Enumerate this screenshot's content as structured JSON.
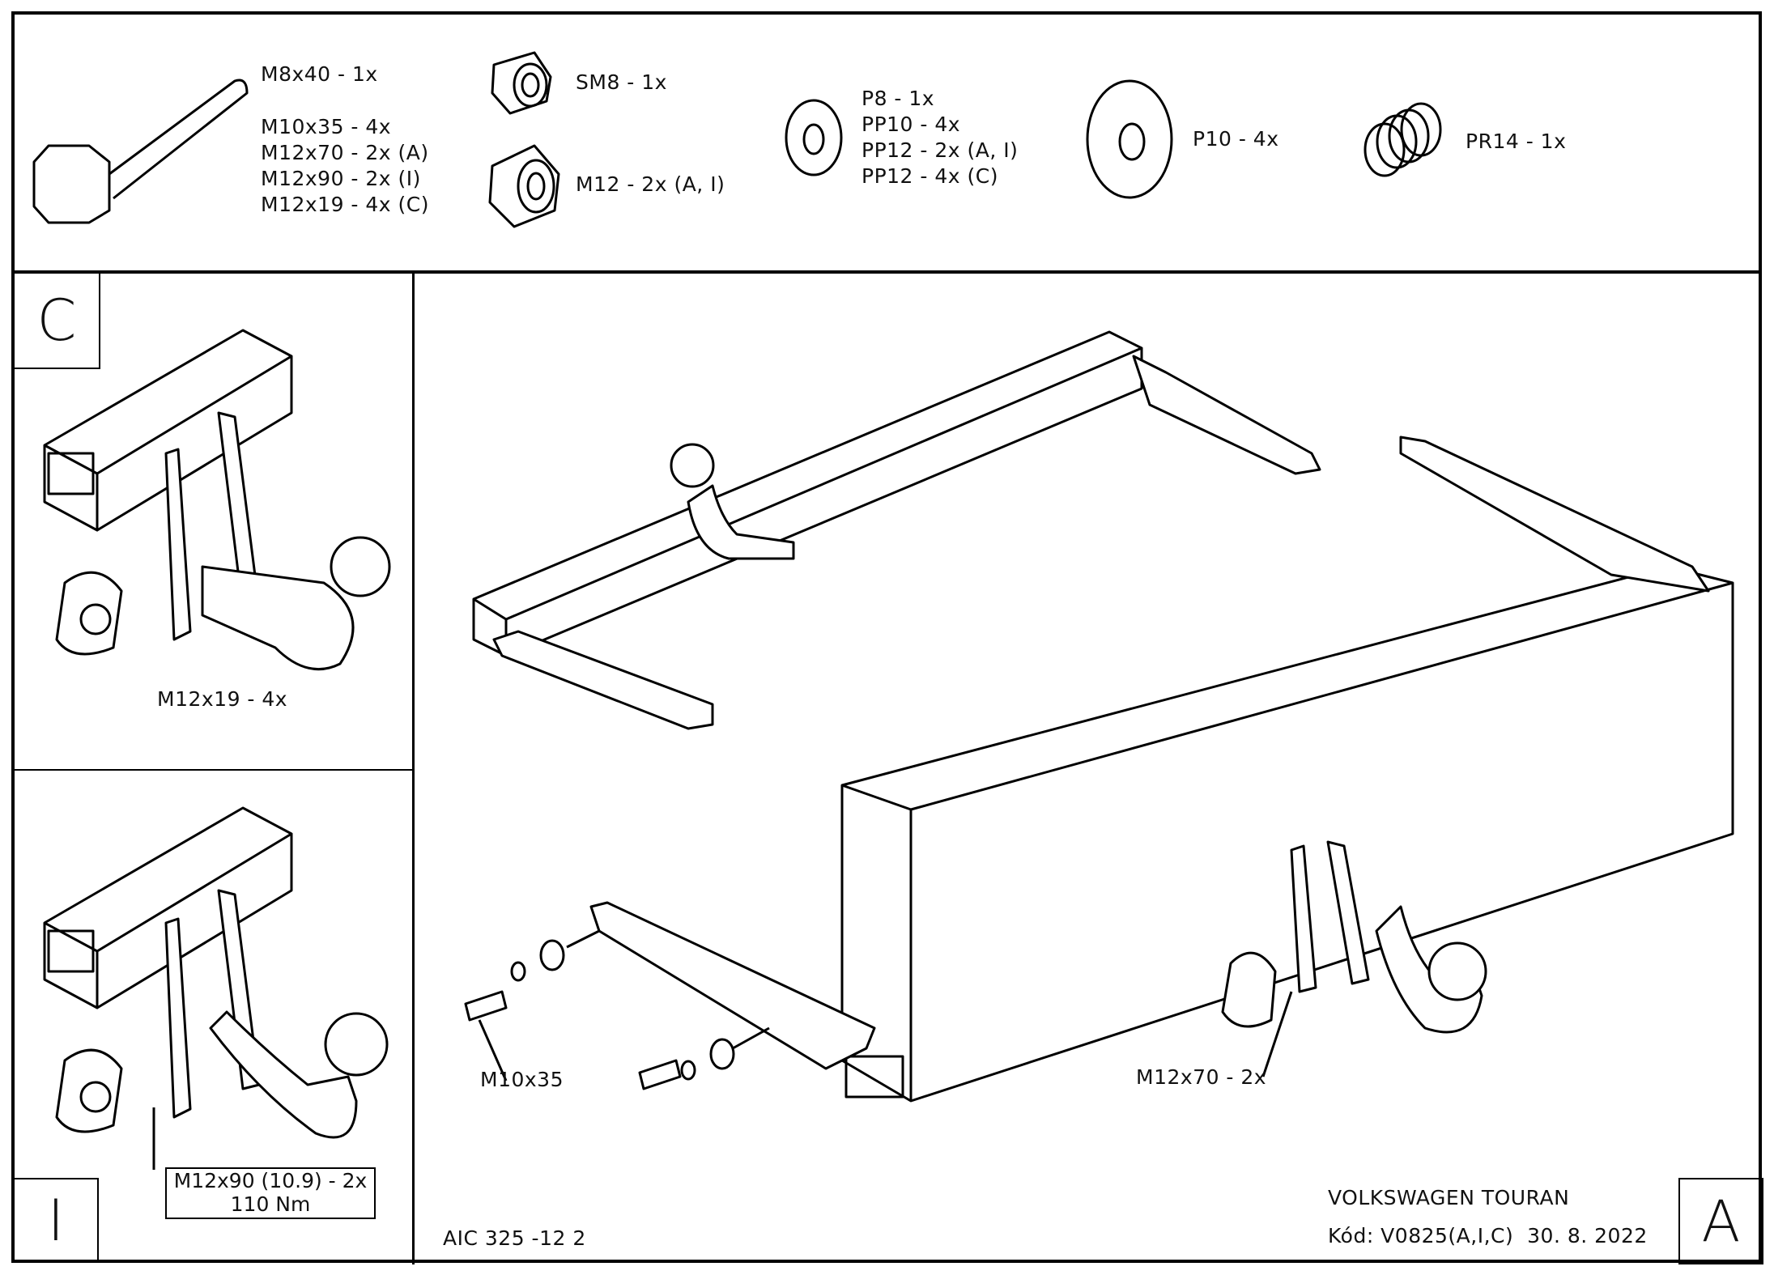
{
  "parts": {
    "bolts": [
      "M8x40 - 1x",
      "M10x35 - 4x",
      "M12x70 - 2x (A)",
      "M12x90 - 2x (I)",
      "M12x19 - 4x (C)"
    ],
    "lock_nut": "SM8 - 1x",
    "nut": "M12 - 2x (A, I)",
    "washers": [
      "P8 - 1x",
      "PP10 - 4x",
      "PP12 - 2x (A, I)",
      "PP12 - 4x (C)"
    ],
    "large_washer": "P10 - 4x",
    "spring": "PR14 - 1x"
  },
  "variant_c": {
    "letter": "C",
    "callout": "M12x19 - 4x"
  },
  "variant_i": {
    "letter": "I",
    "callout_line1": "M12x90 (10.9) - 2x",
    "callout_line2": "110 Nm"
  },
  "variant_a": {
    "letter": "A",
    "callout_bolts": "M10x35",
    "callout_main": "M12x70 - 2x"
  },
  "footer": {
    "drawing_number": "AIC 325 -12 2",
    "vehicle": "VOLKSWAGEN TOURAN",
    "code_line": "Kód: V0825(A,I,C)  30. 8. 2022"
  }
}
